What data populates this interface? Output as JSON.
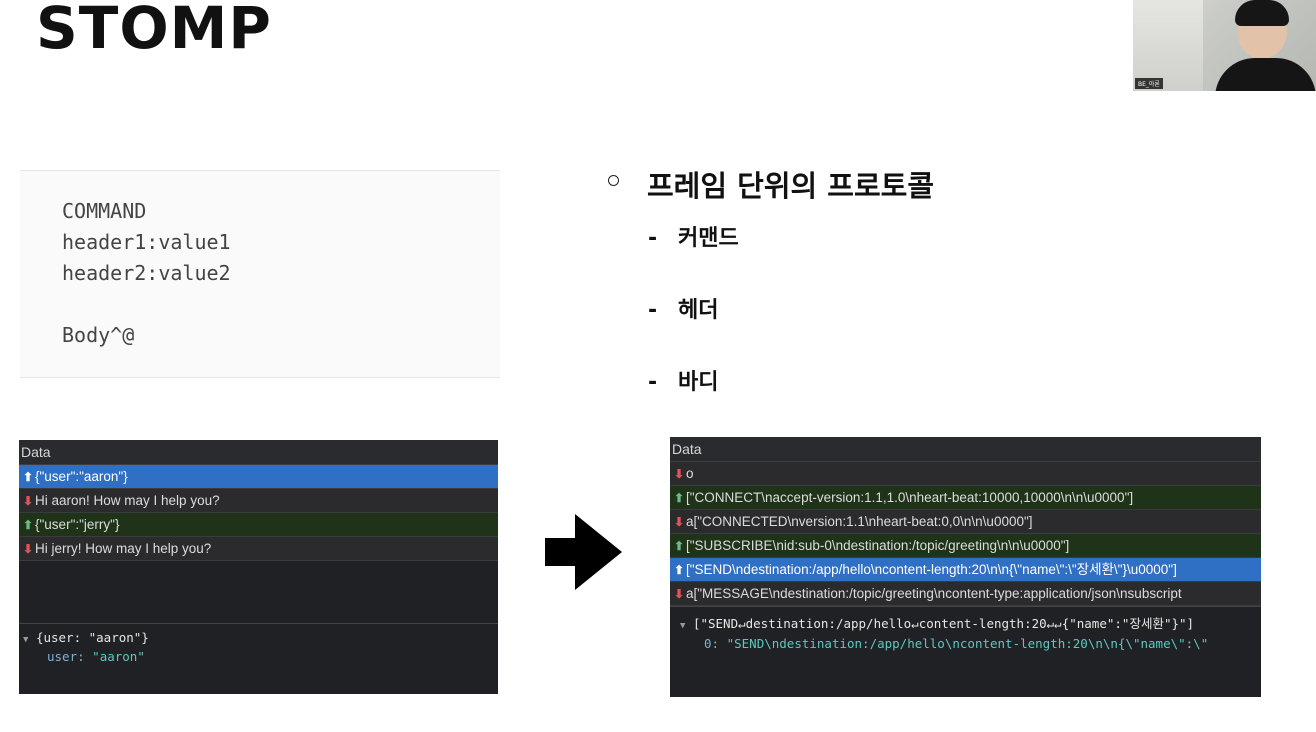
{
  "slide": {
    "title": "STOMP",
    "webcam_name": "BE_아론"
  },
  "frame_format": {
    "lines": [
      "COMMAND",
      "header1:value1",
      "header2:value2",
      "",
      "Body^@"
    ]
  },
  "bullets": {
    "main": "프레임 단위의 프로토콜",
    "subs": [
      "커맨드",
      "헤더",
      "바디"
    ],
    "dash": "-"
  },
  "left_panel": {
    "header": "Data",
    "rows": [
      {
        "dir": "up",
        "text": "{\"user\":\"aaron\"}"
      },
      {
        "dir": "down",
        "text": "Hi aaron! How may I help you?"
      },
      {
        "dir": "up",
        "text": "{\"user\":\"jerry\"}"
      },
      {
        "dir": "down",
        "text": "Hi jerry! How may I help you?"
      }
    ],
    "inspector": {
      "summary": "{user: \"aaron\"}",
      "child_key": "user:",
      "child_value": "\"aaron\""
    }
  },
  "right_panel": {
    "header": "Data",
    "rows": [
      {
        "dir": "down",
        "text": "o"
      },
      {
        "dir": "up",
        "text": "[\"CONNECT\\naccept-version:1.1,1.0\\nheart-beat:10000,10000\\n\\n\\u0000\"]"
      },
      {
        "dir": "down",
        "text": "a[\"CONNECTED\\nversion:1.1\\nheart-beat:0,0\\n\\n\\u0000\"]"
      },
      {
        "dir": "up",
        "text": "[\"SUBSCRIBE\\nid:sub-0\\ndestination:/topic/greeting\\n\\n\\u0000\"]"
      },
      {
        "dir": "up",
        "text": "[\"SEND\\ndestination:/app/hello\\ncontent-length:20\\n\\n{\\\"name\\\":\\\"장세환\\\"}\\u0000\"]"
      },
      {
        "dir": "down",
        "text": "a[\"MESSAGE\\ndestination:/topic/greeting\\ncontent-type:application/json\\nsubscript"
      }
    ],
    "inspector": {
      "summary": "[\"SEND↵destination:/app/hello↵content-length:20↵↵{\"name\":\"장세환\"}\"]",
      "child_key": "0:",
      "child_value": "\"SEND\\ndestination:/app/hello\\ncontent-length:20\\n\\n{\\\"name\\\":\\\""
    }
  },
  "icons": {
    "up": "arrow-up-icon",
    "down": "arrow-down-icon",
    "big_arrow": "right-arrow-icon"
  }
}
